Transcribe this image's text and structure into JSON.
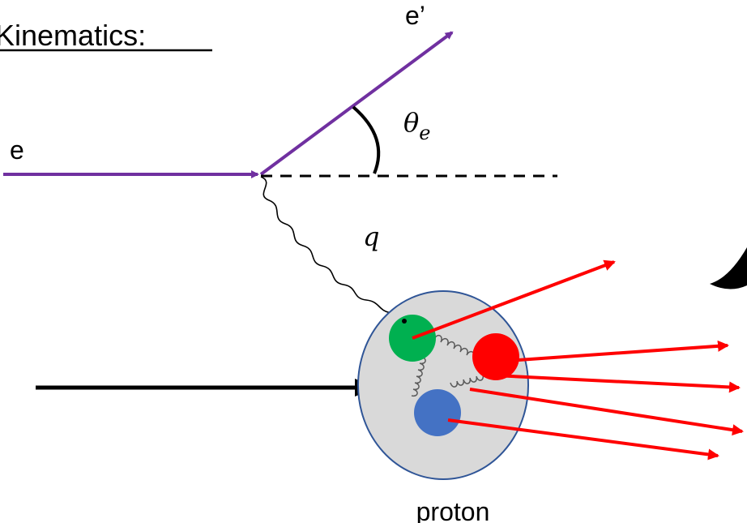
{
  "title": "Kinematics:",
  "labels": {
    "incoming_electron": "e",
    "scattered_electron": "e’",
    "scattering_angle": "θ",
    "scattering_angle_subscript": "e",
    "virtual_photon": "q",
    "target": "proton"
  },
  "colors": {
    "electron_line": "#7030a0",
    "proton_beam": "#000000",
    "proton_fill": "#d9d9d9",
    "proton_outline": "#2f5597",
    "quark_green": "#00b050",
    "quark_red": "#ff0000",
    "quark_blue": "#4472c4",
    "outgoing_jets": "#ff0000"
  }
}
